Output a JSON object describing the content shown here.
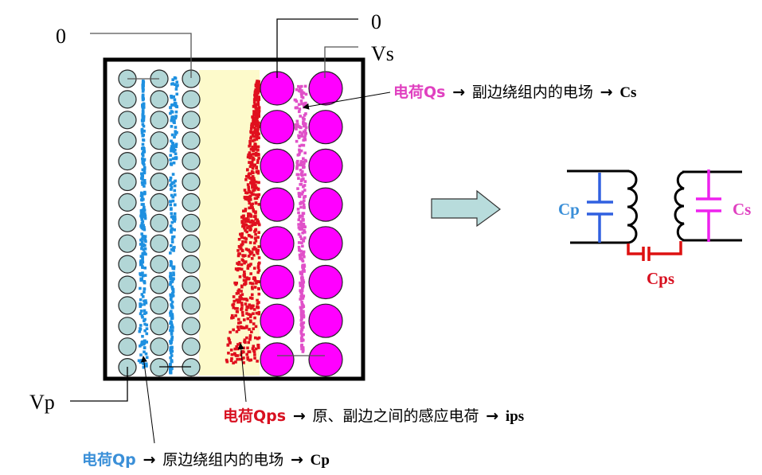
{
  "colors": {
    "primary_conductor": "#b2d6d6",
    "secondary_conductor": "#ff00ff",
    "insulation": "#fdfacb",
    "qp_blue": "#1e90e0",
    "qps_red": "#e0101e",
    "qs_pink": "#e050c8",
    "label_blue": "#3a8fd8",
    "label_red": "#d81020",
    "label_pink": "#e040c0",
    "cp_blue": "#3060e0",
    "cs_magenta": "#ee22ee",
    "cps_red": "#dd1111",
    "arrow_fill": "#b8dcdc"
  },
  "terminals": {
    "primary_top": "0",
    "primary_bottom": "Vp",
    "secondary_top": "0",
    "secondary_second": "Vs"
  },
  "annotations": {
    "qs": {
      "charge": "电荷Qs",
      "arrow1": "→",
      "desc": "副边绕组内的电场",
      "arrow2": "→",
      "result": "Cs"
    },
    "qps": {
      "charge": "电荷Qps",
      "arrow1": "→",
      "desc": "原、副边之间的感应电荷",
      "arrow2": "→",
      "result": "ips"
    },
    "qp": {
      "charge": "电荷Qp",
      "arrow1": "→",
      "desc": "原边绕组内的电场",
      "arrow2": "→",
      "result": "Cp"
    }
  },
  "equivalent_circuit": {
    "cp_label": "Cp",
    "cs_label": "Cs",
    "cps_label": "Cps"
  },
  "winding": {
    "primary_columns": 3,
    "primary_rows": 15,
    "secondary_columns": 2,
    "secondary_rows": 8
  }
}
